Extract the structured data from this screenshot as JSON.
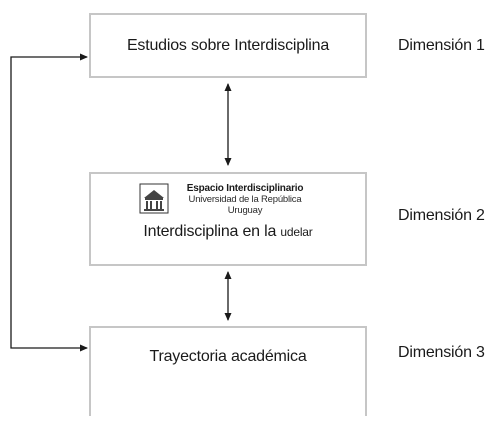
{
  "boxes": {
    "top": {
      "label": "Estudios sobre Interdisciplina"
    },
    "middle": {
      "logo": {
        "title": "Espacio Interdisciplinario",
        "line2": "Universidad de la República",
        "line3": "Uruguay"
      },
      "label_prefix": "Interdisciplina en la ",
      "label_smallcaps": "udelar"
    },
    "bottom": {
      "label": "Trayectoria académica"
    }
  },
  "dimensions": {
    "d1": "Dimensión 1",
    "d2": "Dimensión 2",
    "d3": "Dimensión 3"
  },
  "colors": {
    "box_border": "#c6c6c6",
    "arrow": "#1a1a1a"
  },
  "icons": [
    "university-building-icon"
  ]
}
